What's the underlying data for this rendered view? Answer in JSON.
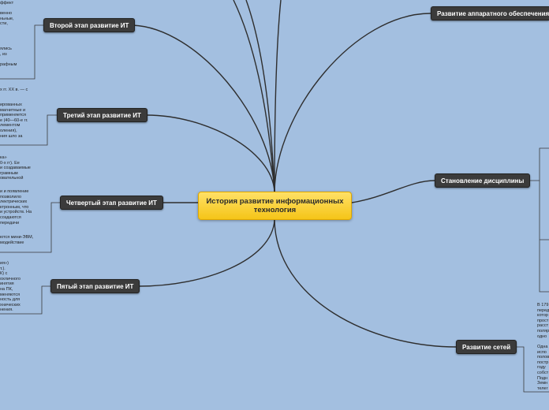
{
  "central": {
    "title": "История развитие информационных технология"
  },
  "branches": {
    "second": "Второй этап развитие ИТ",
    "third": "Третий этап развитие ИТ",
    "fourth": "Четвертый этап развитие ИТ",
    "fifth": "Пятый этап развитие ИТ",
    "hardware": "Развитие аппаратного обеспечения",
    "discipline": "Становление дисциплины",
    "networks": "Развитие сетей"
  },
  "notes": {
    "n1": "ффект\n\nвенно\nньные,\nсти,",
    "n2": "ялись\n, из\n\nрафным",
    "n3": "х гг. XX в. — с",
    "n4": "ированных\nмагнитные и\nприменяется\nе (40—60-е гг.\nлементом\nоления),\nния шло за",
    "n5": "ка»\n0-х гг). Ее\nи создаваемые\nграмным\nовательной",
    "n6": "и и появление\nпозволило\nлектрических\nктронным, что\nи устройств. На\nсоздаются\nпередачи",
    "n7": "ются мини-ЭВМ,\nмодействие",
    "n8": "ия»)\nт.).\nК) с\nохличного\nинятия\nна ПК,\nменяются\nность для\nхнических\nнения.",
    "r1": "В 179\nперед\nкотор\nпрост\nрасст\nполяр\nодно",
    "r2": "Одна\nиспо\nполов\nпостр\nгоду\nсобст\nПодн\nЗемн\nтелег"
  }
}
